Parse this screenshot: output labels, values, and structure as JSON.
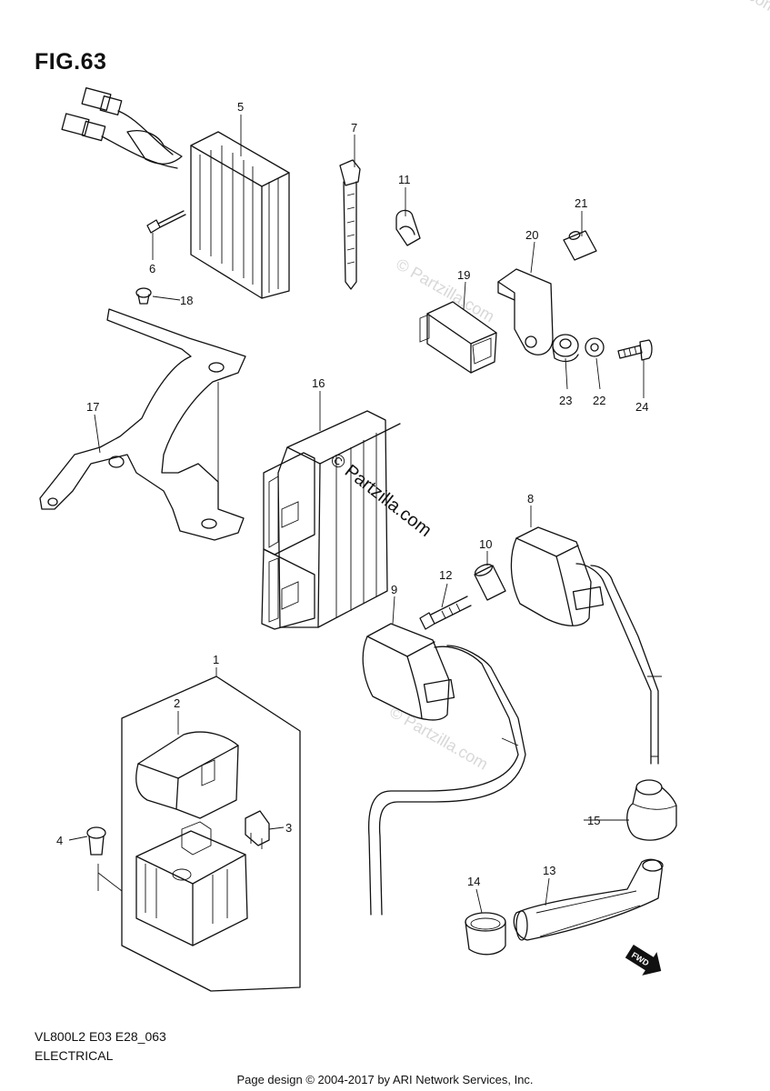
{
  "figure": {
    "title": "FIG.63",
    "model_code": "VL800L2 E03 E28_063",
    "section_name": "ELECTRICAL",
    "footer": "Page design © 2004-2017 by ARI Network Services, Inc."
  },
  "watermarks": {
    "center": "© Partzilla.com",
    "corner": "© Partzilla.com"
  },
  "direction_marker": "FWD",
  "callouts": {
    "c1": "1",
    "c2": "2",
    "c3": "3",
    "c4": "4",
    "c5": "5",
    "c6": "6",
    "c7": "7",
    "c8": "8",
    "c9": "9",
    "c10": "10",
    "c11": "11",
    "c12": "12",
    "c13": "13",
    "c14": "14",
    "c15": "15",
    "c16": "16",
    "c17": "17",
    "c18": "18",
    "c19": "19",
    "c20": "20",
    "c21": "21",
    "c22": "22",
    "c23": "23",
    "c24": "24"
  }
}
